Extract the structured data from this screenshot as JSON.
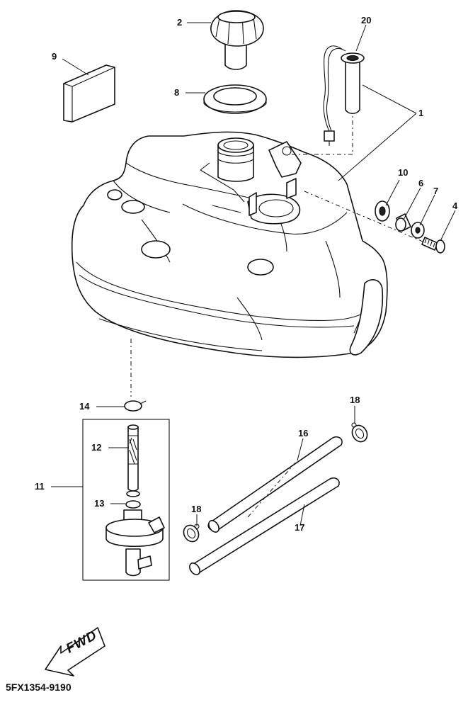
{
  "diagram": {
    "drawing_code": "5FX1354-9190",
    "direction_label": "FWD",
    "part_labels": {
      "p1": "1",
      "p2": "2",
      "p4": "4",
      "p6": "6",
      "p7": "7",
      "p8": "8",
      "p9": "9",
      "p10": "10",
      "p11": "11",
      "p12": "12",
      "p13": "13",
      "p14": "14",
      "p16": "16",
      "p17": "17",
      "p18a": "18",
      "p18b": "18",
      "p20": "20"
    }
  }
}
